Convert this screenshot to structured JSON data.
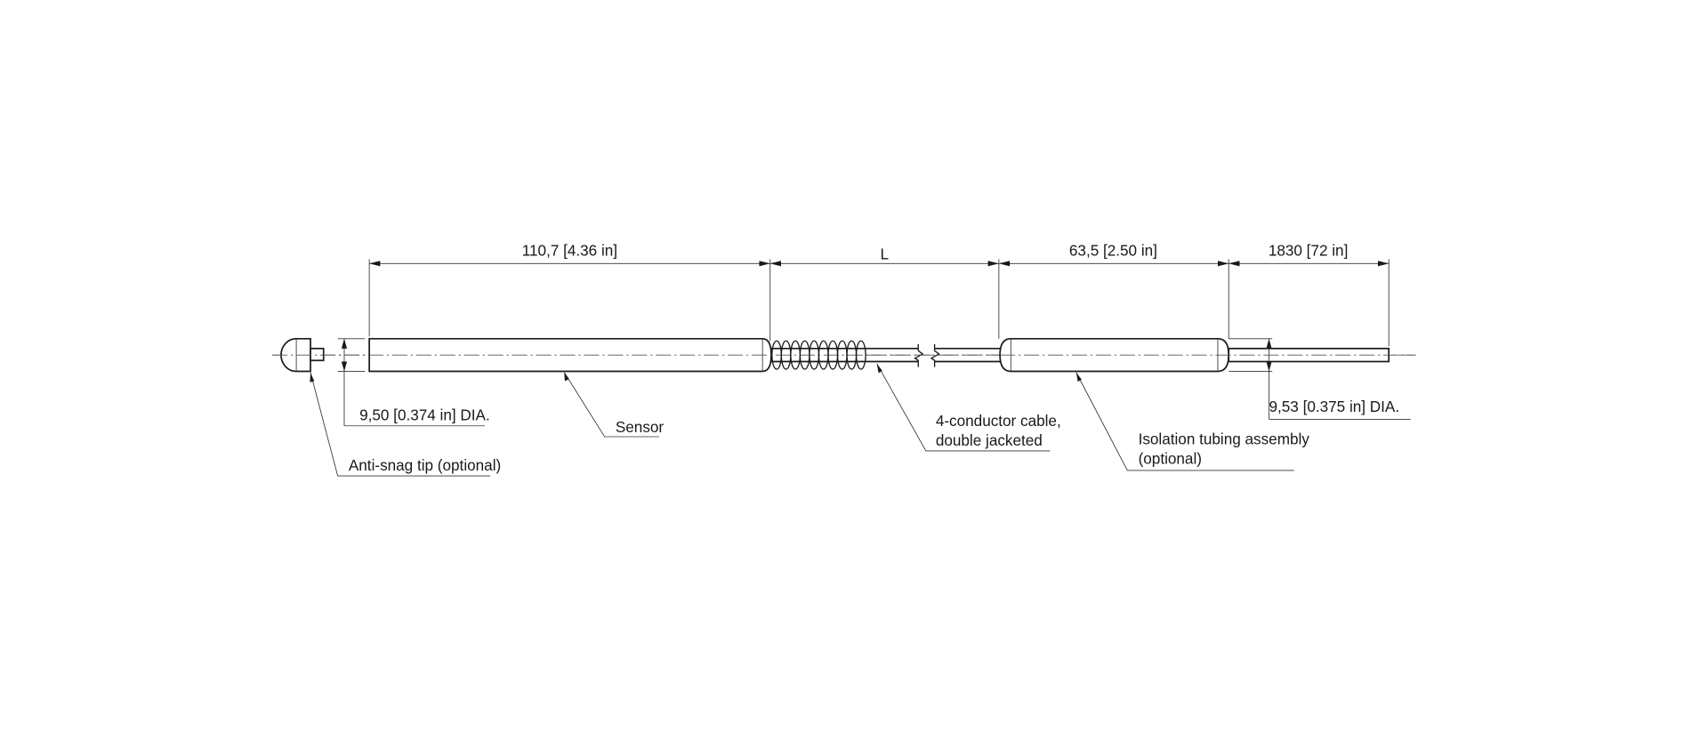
{
  "drawing": {
    "dimensions": {
      "sensor_length": "110,7 [4.36 in]",
      "cable_length": "L",
      "isolation_length": "63,5 [2.50 in]",
      "lead_length": "1830 [72 in]",
      "sensor_diameter": "9,50 [0.374 in] DIA.",
      "isolation_diameter": "9,53 [0.375 in] DIA."
    },
    "callouts": {
      "sensor": "Sensor",
      "anti_snag": "Anti-snag tip (optional)",
      "cable_line1": "4-conductor cable,",
      "cable_line2": "double jacketed",
      "isolation_line1": "Isolation tubing assembly",
      "isolation_line2": "(optional)"
    }
  }
}
